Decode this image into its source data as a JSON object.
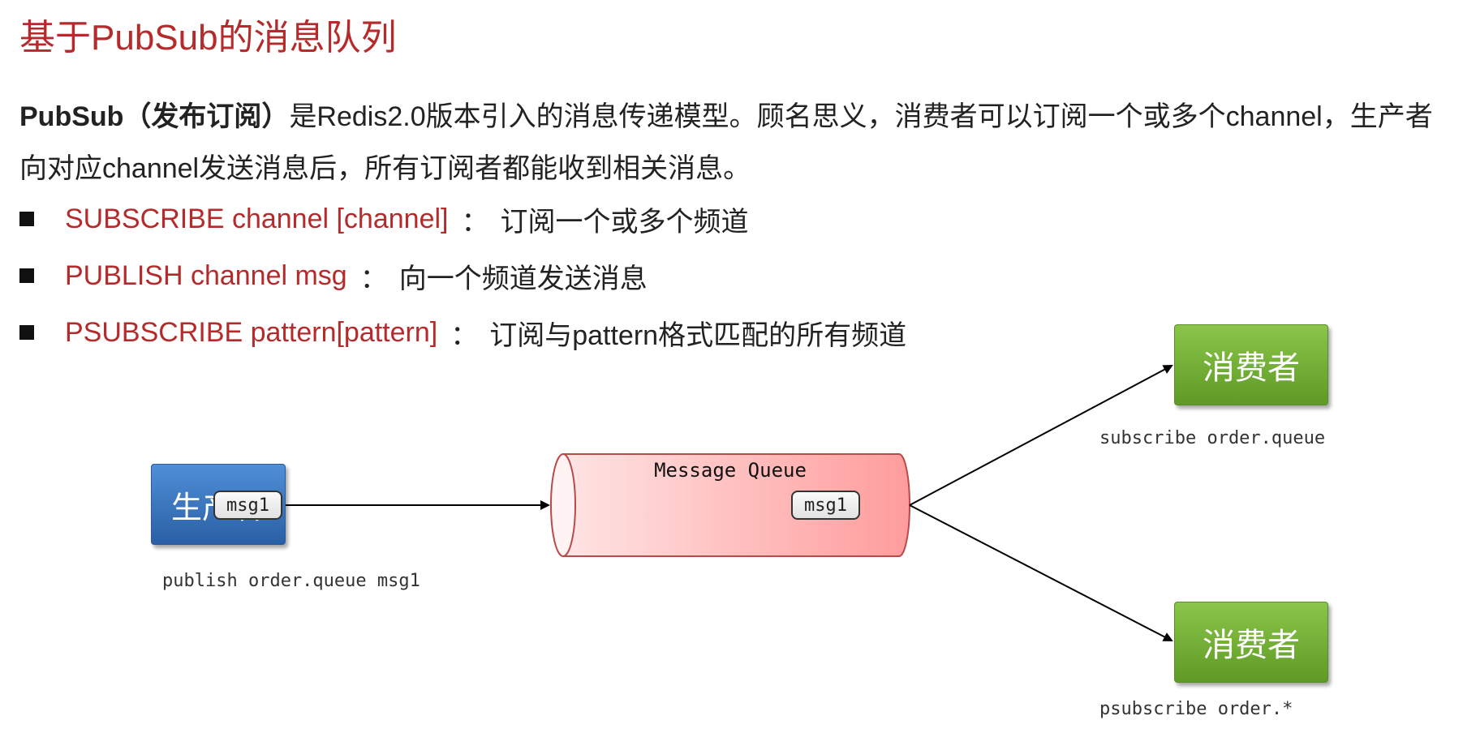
{
  "title": "基于PubSub的消息队列",
  "intro": {
    "bold": "PubSub（发布订阅）",
    "line1_rest": "是Redis2.0版本引入的消息传递模型。顾名思义，消费者可以订阅一个或多个channel，生产者",
    "line2": "向对应channel发送消息后，所有订阅者都能收到相关消息。"
  },
  "bullets": [
    {
      "command": "SUBSCRIBE channel [channel]",
      "separator": "：",
      "description": "订阅一个或多个频道"
    },
    {
      "command": "PUBLISH channel msg",
      "separator": "：",
      "description": "向一个频道发送消息"
    },
    {
      "command": "PSUBSCRIBE pattern[pattern]",
      "separator": "：",
      "description": "订阅与pattern格式匹配的所有频道"
    }
  ],
  "diagram": {
    "producer_label": "生产者",
    "producer_msg": "msg1",
    "producer_command": "publish order.queue msg1",
    "queue_title": "Message Queue",
    "queue_msg": "msg1",
    "consumer1_label": "消费者",
    "consumer1_command": "subscribe order.queue",
    "consumer2_label": "消费者",
    "consumer2_command": "psubscribe order.*",
    "colors": {
      "producer": "#3a76c4",
      "consumer": "#74b03a",
      "queue": "#ff9c9c",
      "heading": "#b52a2a"
    }
  }
}
